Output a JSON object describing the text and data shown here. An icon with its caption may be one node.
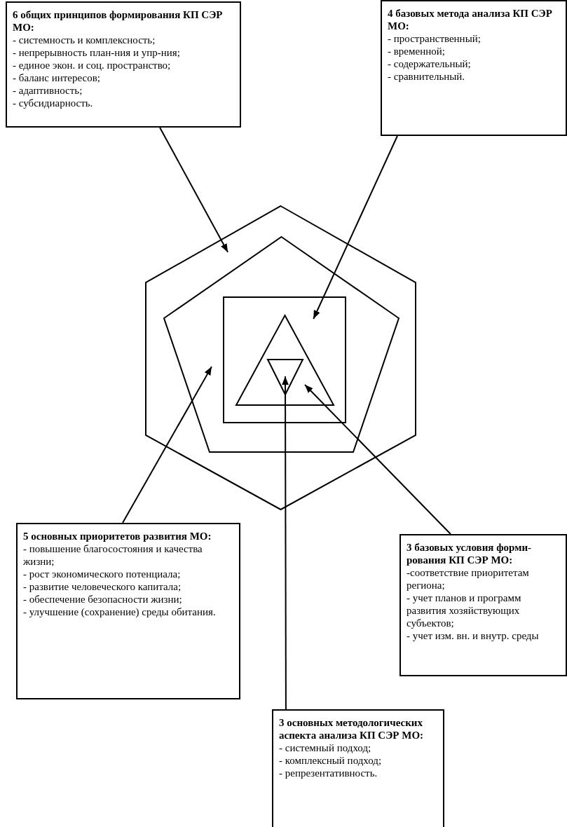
{
  "diagram": {
    "nodes": [
      {
        "text": [
          "6 общих принципов формирования КП СЭР МО:",
          "- системность и комплексность;",
          "- непрерывность план-ния и упр-ния;",
          "- единое экон. и соц. пространство;",
          "- баланс интересов;",
          "- адаптивность;",
          "- субсидиарность."
        ]
      },
      {
        "text": [
          "4 базовых метода анализа КП СЭР МО:",
          "- пространственный;",
          "- временной;",
          "- содержательный;",
          "- сравнительный."
        ]
      },
      {
        "text": [],
        "shape": "hexagon"
      },
      {
        "text": [],
        "shape": "pentagon",
        "in": 2
      },
      {
        "text": [],
        "shape": "box",
        "in": 3
      },
      {
        "text": [],
        "shape": "triangle",
        "in": 4
      },
      {
        "text": [],
        "shape": "triangle",
        "in": 5
      },
      {
        "text": [
          "5 основных приоритетов развития МО:",
          "- повышение благосостояния и качества жизни;",
          "- рост экономического потенциала;",
          "- развитие человеческого капитала;",
          "- обеспечение безопасности жизни;",
          "- улучшение (сохранение) среды обитания."
        ]
      },
      {
        "text": [
          "3 базовых условия форми- рования КП СЭР МО:",
          "-соответствие приоритетам региона;",
          "- учет планов и программ развития хозяйствующих субъектов;",
          "- учет изм. вн. и внутр. среды"
        ]
      },
      {
        "text": [
          "3 основных методологических аспекта анализа КП СЭР МО:",
          "- системный подход;",
          "- комплексный подход;",
          "- репрезентативность."
        ]
      }
    ],
    "edges": [
      {
        "from": 0,
        "to": 2,
        "arrow": "to"
      },
      {
        "from": 1,
        "to": 4,
        "arrow": "to"
      },
      {
        "from": 7,
        "to": 3,
        "arrow": "to"
      },
      {
        "from": 9,
        "to": 6,
        "arrow": "to"
      },
      {
        "from": 8,
        "to": 5,
        "arrow": "to"
      }
    ]
  }
}
